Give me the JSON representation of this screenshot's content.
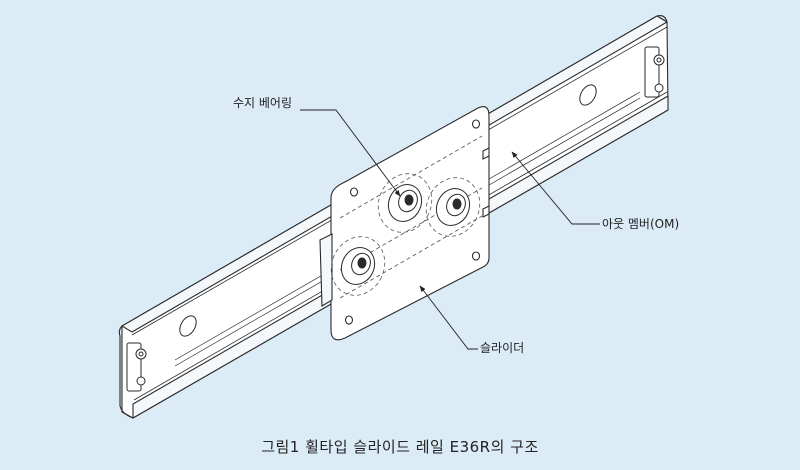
{
  "diagram": {
    "labels": {
      "resin_bearing": "수지 베어링",
      "outer_member": "아웃 멤버(OM)",
      "slider": "슬라이더"
    }
  },
  "caption": "그림1 휠타입 슬라이드 레일 E36R의 구조",
  "colors": {
    "background": "#dcecf7",
    "line": "#2a2a2a",
    "hidden_line": "#555555",
    "part_fill": "#ffffff"
  }
}
